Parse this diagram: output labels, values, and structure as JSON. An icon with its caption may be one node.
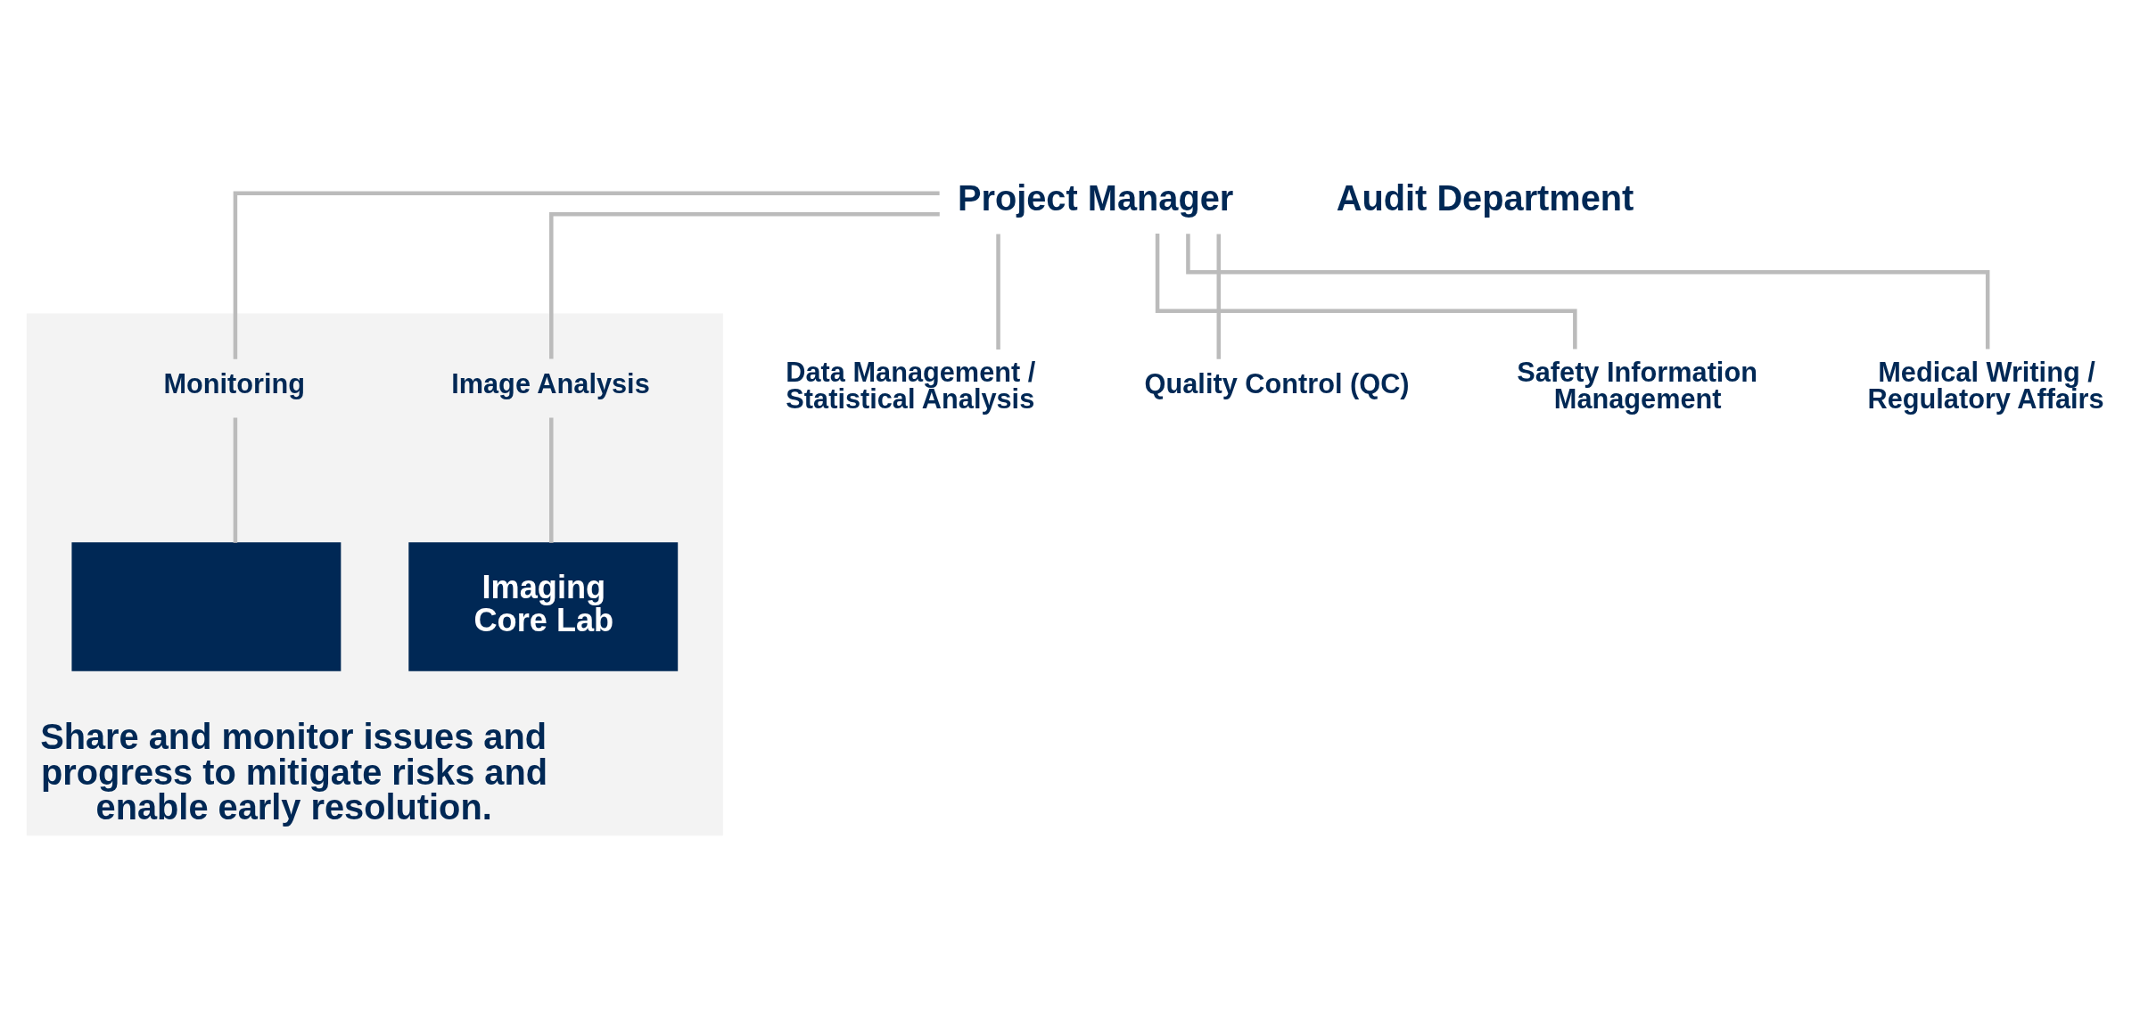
{
  "diagram": {
    "nodes": [
      {
        "text": [
          "Share and monitor issues and progress to mitigate risks and enable early resolution."
        ]
      },
      {
        "text": [
          "Project Manager"
        ]
      },
      {
        "text": [
          "Audit Department"
        ]
      },
      {
        "text": [
          "Monitoring"
        ],
        "in": 0
      },
      {
        "text": [
          "Image Analysis"
        ],
        "in": 0
      },
      {
        "text": [
          "Data Management / Statistical Analysis"
        ]
      },
      {
        "text": [
          "Quality Control (QC)"
        ]
      },
      {
        "text": [
          "Safety Information Management"
        ]
      },
      {
        "text": [
          "Medical Writing / Regulatory Affairs"
        ]
      },
      {
        "text": [],
        "shape": "box",
        "in": 0
      },
      {
        "text": [
          "Imaging Core Lab"
        ],
        "in": 0
      }
    ],
    "edges": [
      {
        "from": 1,
        "to": 3,
        "arrow": "none"
      },
      {
        "from": 1,
        "to": 4,
        "arrow": "none"
      },
      {
        "from": 1,
        "to": 5,
        "arrow": "none"
      },
      {
        "from": 1,
        "to": 6,
        "arrow": "none"
      },
      {
        "from": 1,
        "to": 7,
        "arrow": "none"
      },
      {
        "from": 1,
        "to": 8,
        "arrow": "none"
      },
      {
        "from": 3,
        "to": 9,
        "arrow": "none"
      },
      {
        "from": 4,
        "to": 10,
        "arrow": "none"
      }
    ]
  }
}
